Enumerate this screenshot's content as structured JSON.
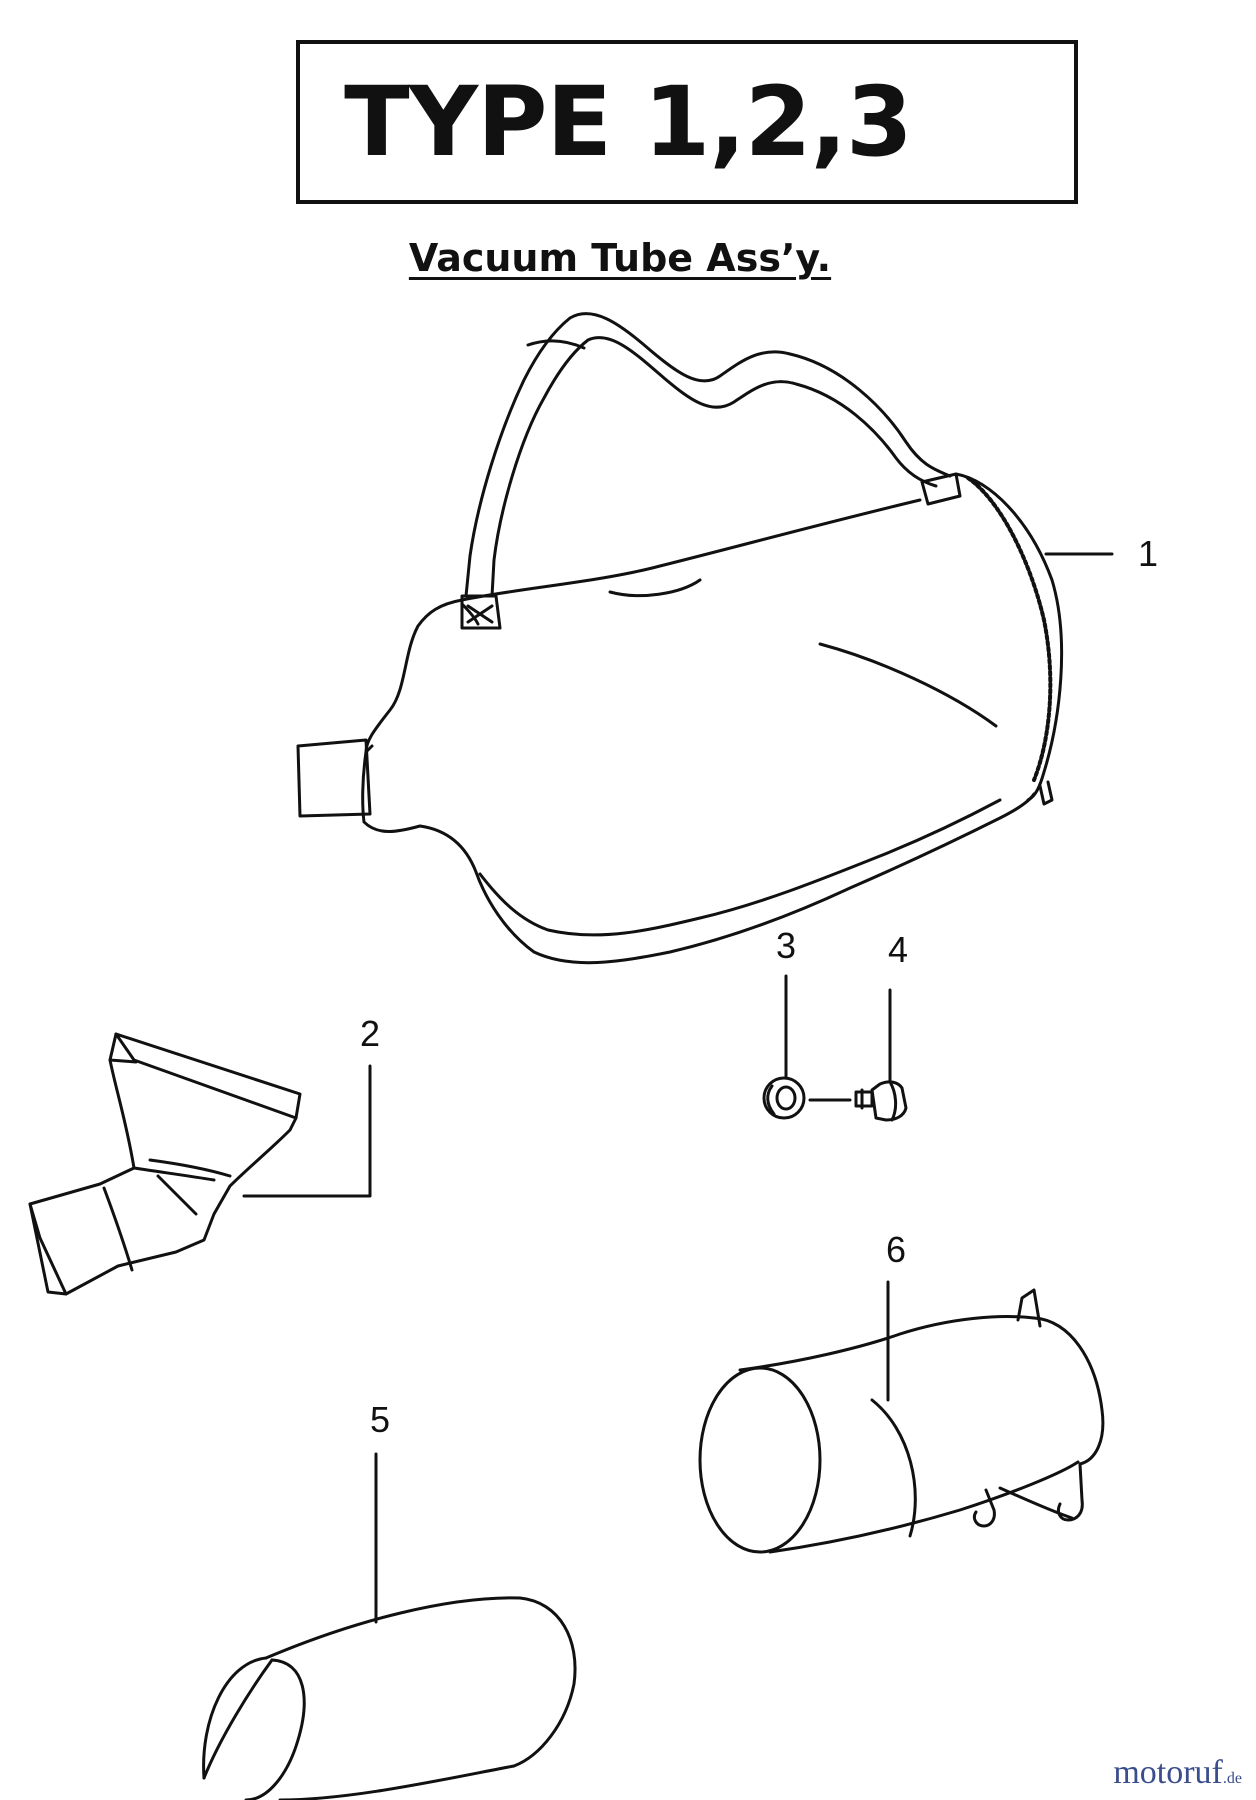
{
  "header": {
    "title": "TYPE 1,2,3",
    "subtitle": "Vacuum Tube Ass’y."
  },
  "parts": [
    {
      "number": "1",
      "icon": "collection-bag-icon"
    },
    {
      "number": "2",
      "icon": "nozzle-adapter-icon"
    },
    {
      "number": "3",
      "icon": "washer-icon"
    },
    {
      "number": "4",
      "icon": "screw-knob-icon"
    },
    {
      "number": "5",
      "icon": "tube-icon"
    },
    {
      "number": "6",
      "icon": "tube-with-clip-icon"
    }
  ],
  "watermark": {
    "brand": "motoruf",
    "suffix": ".de",
    "color": "#3a4d8c"
  }
}
